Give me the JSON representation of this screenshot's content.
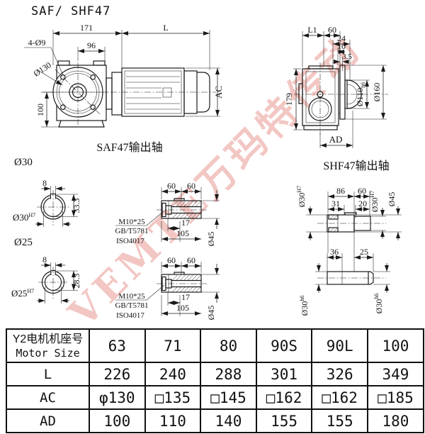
{
  "title": "SAF/ SHF47",
  "watermark": "VEMTE万玛特传动",
  "overview": {
    "dim_171": "171",
    "dim_L": "L",
    "dim_holes": "4-Ø9",
    "dim_96": "96",
    "dim_flange": "Ø130",
    "dim_100": "100",
    "dim_AC": "AC"
  },
  "side_view": {
    "dim_L1": "L1",
    "dim_60": "60",
    "dim_24": "24",
    "dim_10": "10",
    "dim_3_5": "3.5",
    "dim_179": "179",
    "dim_d110": "Ø110",
    "dim_d110_tol": "h6",
    "dim_d160": "Ø160",
    "dim_AD": "AD"
  },
  "saf_output": {
    "label": "SAF47输出轴",
    "bore30": {
      "name": "Ø30",
      "key": "8",
      "depth": "33.3",
      "fit": "Ø30",
      "fit_tol": "H7"
    },
    "bore25": {
      "name": "Ø25",
      "key": "8",
      "depth": "28.3",
      "fit": "Ø25",
      "fit_tol": "H7"
    },
    "hollow_shaft": {
      "dim_60a": "60",
      "dim_60b": "60",
      "dim_17": "17",
      "dim_105": "105",
      "dim_d45": "Ø45",
      "screw": "M10*25",
      "std_gb": "GB/T5781",
      "std_iso": "ISO4017"
    }
  },
  "shf_output": {
    "label": "SHF47输出轴",
    "upper": {
      "dim_86": "86",
      "dim_60": "60",
      "dim_31": "31",
      "dim_20": "20",
      "bore_left": "Ø30",
      "bore_left_tol": "H7",
      "bore_right": "Ø30",
      "bore_right_tol": "H7",
      "dim_d45": "Ø45"
    },
    "lower": {
      "dim_36": "36",
      "dim_25": "25",
      "shaft_left": "Ø30",
      "shaft_left_tol": "h6",
      "shaft_right": "Ø30",
      "shaft_right_tol": "h6"
    }
  },
  "table": {
    "header_cn": "Y2电机机座号",
    "header_en": "Motor Size",
    "columns": [
      "63",
      "71",
      "80",
      "90S",
      "90L",
      "100"
    ],
    "rows": [
      {
        "label": "L",
        "values": [
          "226",
          "240",
          "288",
          "301",
          "326",
          "349"
        ]
      },
      {
        "label": "AC",
        "values": [
          "φ130",
          "□135",
          "□145",
          "□162",
          "□162",
          "□185"
        ]
      },
      {
        "label": "AD",
        "values": [
          "100",
          "110",
          "140",
          "155",
          "155",
          "180"
        ]
      }
    ]
  }
}
